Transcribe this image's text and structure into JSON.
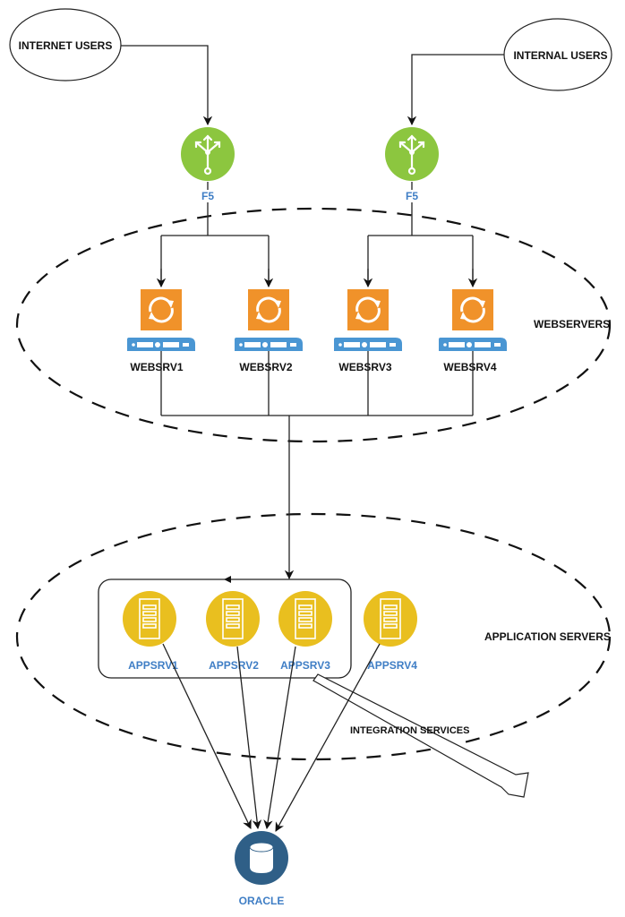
{
  "colors": {
    "load_balancer": "#8cc63f",
    "webserver_app": "#f0922a",
    "webserver_rack": "#4a96d3",
    "app_server": "#e9bf1f",
    "database": "#2f5f87",
    "node_label": "#3f7ec5"
  },
  "users": {
    "internet": {
      "label": "INTERNET USERS",
      "icon": "ellipse"
    },
    "internal": {
      "label": "INTERNAL USERS",
      "icon": "ellipse"
    }
  },
  "load_balancers": [
    {
      "label": "F5",
      "icon": "load-balancer-icon"
    },
    {
      "label": "F5",
      "icon": "load-balancer-icon"
    }
  ],
  "groups": {
    "webservers": {
      "label": "WEBSERVERS"
    },
    "application_servers": {
      "label": "APPLICATION SERVERS"
    }
  },
  "webservers": [
    {
      "label": "WEBSRV1"
    },
    {
      "label": "WEBSRV2"
    },
    {
      "label": "WEBSRV3"
    },
    {
      "label": "WEBSRV4"
    }
  ],
  "app_servers": [
    {
      "label": "APPSRV1"
    },
    {
      "label": "APPSRV2"
    },
    {
      "label": "APPSRV3"
    },
    {
      "label": "APPSRV4"
    }
  ],
  "integration": {
    "label": "INTEGRATION SERVICES"
  },
  "database": {
    "label": "ORACLE"
  }
}
